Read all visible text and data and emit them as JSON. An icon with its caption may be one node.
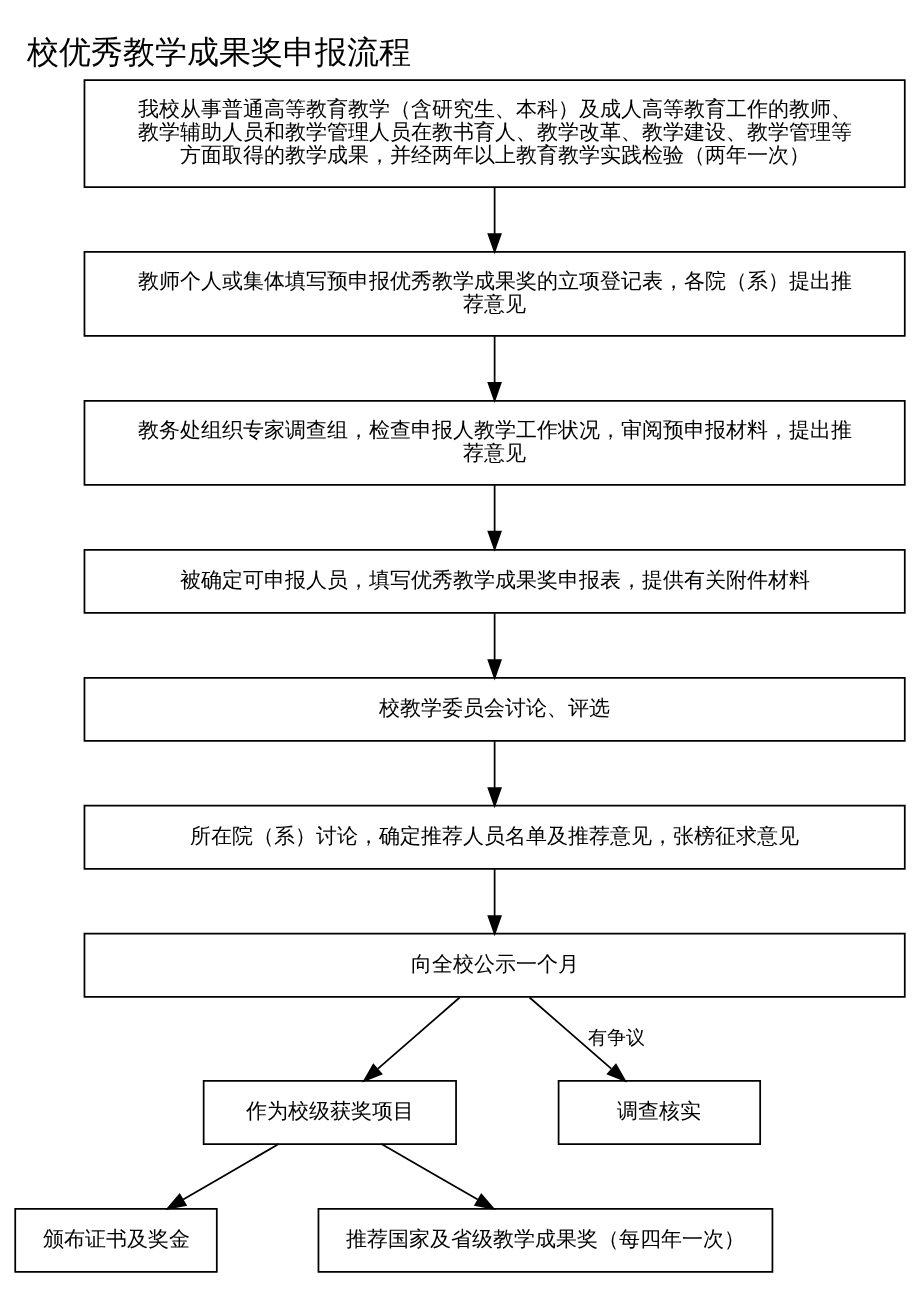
{
  "diagram": {
    "title": "校优秀教学成果奖申报流程",
    "nodes": [
      {
        "text": [
          "我校从事普通高等教育教学（含研究生、本科）及成人高等教育工作的教师、教学辅助人员和教学管理人员在教书育人、教学改革、教学建设、教学管理等方面取得的教学成果，并经两年以上教育教学实践检验（两年一次）"
        ]
      },
      {
        "text": [
          "教师个人或集体填写预申报优秀教学成果奖的立项登记表，各院（系）提出推荐意见"
        ]
      },
      {
        "text": [
          "教务处组织专家调查组，检查申报人教学工作状况，审阅预申报材料，提出推荐意见"
        ]
      },
      {
        "text": [
          "被确定可申报人员，填写优秀教学成果奖申报表，提供有关附件材料"
        ]
      },
      {
        "text": [
          "校教学委员会讨论、评选"
        ]
      },
      {
        "text": [
          "所在院（系）讨论，确定推荐人员名单及推荐意见，张榜征求意见"
        ]
      },
      {
        "text": [
          "向全校公示一个月"
        ]
      },
      {
        "text": [
          "作为校级获奖项目"
        ]
      },
      {
        "text": [
          "调查核实"
        ]
      },
      {
        "text": [
          "颁布证书及奖金"
        ]
      },
      {
        "text": [
          "推荐国家及省级教学成果奖（每四年一次）"
        ]
      }
    ],
    "edges": [
      {
        "from": 0,
        "to": 1,
        "arrow": "to"
      },
      {
        "from": 1,
        "to": 2,
        "arrow": "to"
      },
      {
        "from": 2,
        "to": 3,
        "arrow": "to"
      },
      {
        "from": 3,
        "to": 4,
        "arrow": "to"
      },
      {
        "from": 4,
        "to": 5,
        "arrow": "to"
      },
      {
        "from": 5,
        "to": 6,
        "arrow": "to"
      },
      {
        "from": 6,
        "to": 7,
        "arrow": "to"
      },
      {
        "from": 6,
        "to": 8,
        "arrow": "to",
        "label": "有争议"
      },
      {
        "from": 7,
        "to": 9,
        "arrow": "to"
      },
      {
        "from": 7,
        "to": 10,
        "arrow": "to"
      }
    ]
  }
}
